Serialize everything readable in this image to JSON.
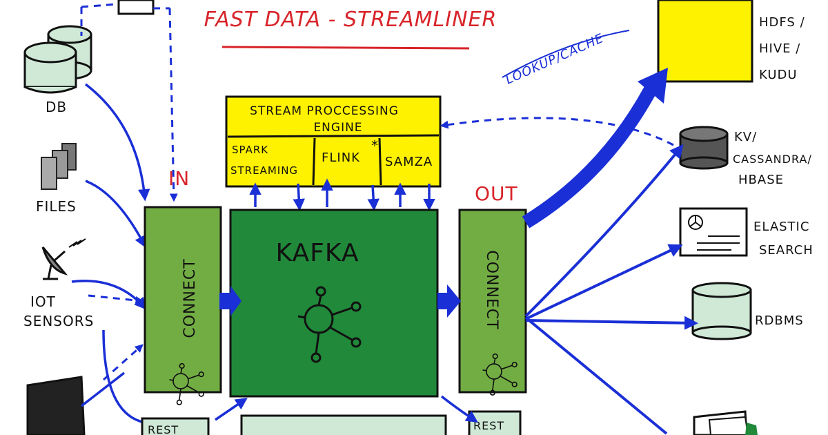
{
  "title": "FAST DATA - STREAMLINER",
  "labels": {
    "in": "IN",
    "out": "OUT",
    "lookup_cache": "LOOKUP/CACHE"
  },
  "stream_engine": {
    "title_line1": "STREAM PROCCESSING",
    "title_line2": "ENGINE",
    "spark_line1": "SPARK",
    "spark_line2": "STREAMING",
    "flink": "FLINK",
    "flink_mark": "*",
    "samza": "SAMZA"
  },
  "core": {
    "kafka": "KAFKA",
    "connect_in": "CONNECT",
    "connect_out": "CONNECT",
    "rest_in": "REST",
    "rest_out": "REST"
  },
  "sources": {
    "db": "DB",
    "files": "FILES",
    "iot_line1": "IOT",
    "iot_line2": "SENSORS"
  },
  "sinks": {
    "storage_line1": "HDFS /",
    "storage_line2": "HIVE /",
    "storage_line3": "KUDU",
    "kv_line1": "KV/",
    "kv_line2": "CASSANDRA/",
    "kv_line3": "HBASE",
    "es_line1": "ELASTIC",
    "es_line2": "SEARCH",
    "rdbms": "RDBMS"
  },
  "colors": {
    "title_red": "#d8242a",
    "arrow_blue": "#1a2fd6",
    "kafka_green": "#21893a",
    "connect_green": "#72ad44",
    "engine_yellow": "#fff200",
    "pale_green": "#cfe9d6",
    "ink": "#111111"
  }
}
